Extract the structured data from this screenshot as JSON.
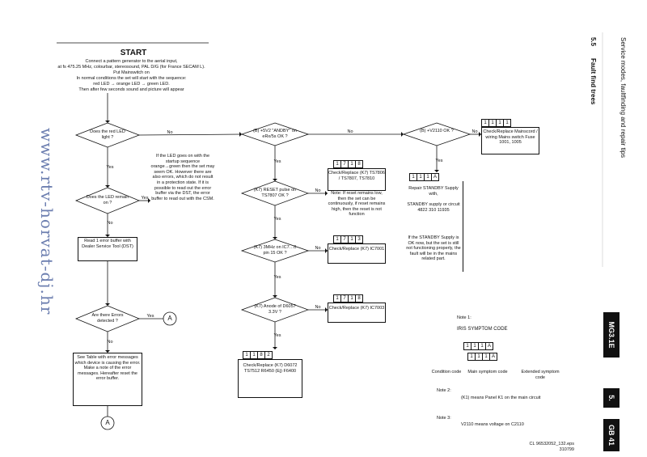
{
  "start": {
    "title": "START",
    "lines": [
      "Connect a pattern generator to the aerial input,",
      "at fs 475.25 MHz, colourbar, stereosound, PAL D/G (for France SECAM L).",
      "Put Mainswitch on",
      "In normal conditions the set will start with the sequence:",
      "red LED → orange LED → green LED.",
      "Then after few seconds sound and picture will appear"
    ]
  },
  "decisions": {
    "red_led": "Does the red LED light ?",
    "led_remain": "Does the LED remain on ?",
    "errors_detected": "Are there Errors detected ?",
    "plus5v": "(B) +5V2 \"ANDBY\" on eRx/5s OK ?",
    "reset": "(K7) RESET pulse on TS7807 OK ?",
    "mhz": "(K7) 3MHz on IC7…0 pin 15 OK ?",
    "anode": "(K7) Anode of D6057 3.3V ?",
    "mains": "(B) +V2110 OK ?"
  },
  "labels": {
    "no": "No",
    "yes": "Yes"
  },
  "notes": {
    "led_green": "If the LED goes on with the startup sequence orange→green then the set may seem OK. However there are also errors, which do not result in a protection state. If it is possible to read out the error buffer via the DST, the error buffer to read out with the CSM.",
    "fault_dst": "Read 1 error buffer with Dealer Service Tool (DST)",
    "see_list": "See Table with error messages which device is causing the error. Make a note of the error messages. Hereafter reset the error buffer.",
    "reset_note": "Note: If reset remains low, then the set can be continuously, if reset remains high, then the reset is not function",
    "standby_note": "If the STANDBY Supply is OK now, but the set is still not functioning properly, the fault will be in the mains related part.",
    "standby_supply": "STANDBY supply or circuit 4822 310 11935"
  },
  "actions": {
    "check_ts7807": {
      "code": [
        "1",
        "7",
        "1",
        "8"
      ],
      "text": "Check/Replace (K7) TS7806 / TS7807, TS7810"
    },
    "check_ic001": {
      "code": [
        "1",
        "7",
        "1",
        "3"
      ],
      "text": "Check/Replace (K7) IC7001"
    },
    "check_ic7003": {
      "code": [
        "1",
        "7",
        "1",
        "8"
      ],
      "text": "Check/Replace (K7) IC7003"
    },
    "check_d6072": {
      "code": [
        "1",
        "1",
        "8",
        "2"
      ],
      "text": "Check/Replace (K7) D6072 TS7512 R6450 (Ej) F6400"
    },
    "check_fuse": {
      "code": [
        "1",
        "1",
        "1",
        "1"
      ],
      "text": "Check/Replace Mainscord / wiring Mains switch Fuse 1001, 1005"
    },
    "repair_standby": {
      "code": [
        "1",
        "1",
        "1",
        "A"
      ],
      "text": "Repair STANDBY Supply with,"
    }
  },
  "connector": "A",
  "iris": {
    "note1": "Note 1:",
    "title": "IRIS SYMPTOM CODE",
    "code1": [
      "1",
      "1",
      "1",
      "A"
    ],
    "code2": [
      "1",
      "1",
      "1",
      "A"
    ],
    "labels": [
      "Condition code",
      "Main symptom code",
      "Extended symptom code"
    ],
    "note2": "Note 2:",
    "note2_text": "(K1) means Panel K1 on the main circuit",
    "note3": "Note 3:",
    "note3_text": "V2110 means voltage on C2110"
  },
  "footer": {
    "file": "CL 96532052_132.eps",
    "date": "310799"
  },
  "side": {
    "header": "Service modes, faultfinding and repair tips",
    "section": "5.5",
    "section_title": "Fault find trees",
    "tab_model": "MG3.1E",
    "tab_chapter": "5.",
    "tab_page": "GB 41"
  },
  "watermark": "www.rtv-horvat-dj.hr"
}
